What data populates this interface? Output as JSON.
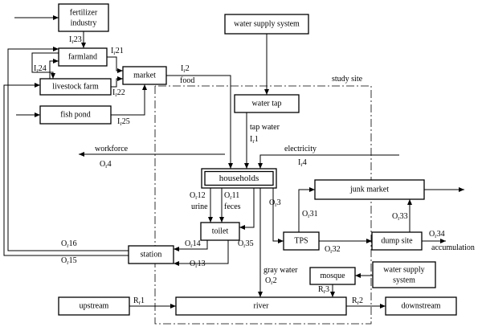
{
  "nodes": {
    "fertilizer_industry": [
      "fertilizer",
      "industry"
    ],
    "farmland": "farmland",
    "livestock_farm": "livestock farm",
    "fish_pond": "fish pond",
    "market": "market",
    "water_supply_system_top": "water supply system",
    "water_tap": "water tap",
    "households": "households",
    "toilet": "toilet",
    "station": "station",
    "tps": "TPS",
    "junk_market": "junk market",
    "dump_site": "dump site",
    "mosque": "mosque",
    "water_supply_system_right": [
      "water supply",
      "system"
    ],
    "upstream": "upstream",
    "river": "river",
    "downstream": "downstream"
  },
  "labels": {
    "i23": "I",
    "i23_sub": "r",
    "i23_num": "23",
    "i21": "I",
    "i21_sub": "r",
    "i21_num": "21",
    "i24": "I",
    "i24_sub": "r",
    "i24_num": "24",
    "i22": "I",
    "i22_sub": "r",
    "i22_num": "22",
    "i25": "I",
    "i25_sub": "r",
    "i25_num": "25",
    "i2": "I",
    "i2_sub": "r",
    "i2_num": "2",
    "food": "food",
    "study_site": "study site",
    "tap_water": "tap water",
    "i1": "I",
    "i1_sub": "r",
    "i1_num": "1",
    "workforce": "workforce",
    "o4": "O",
    "o4_sub": "r",
    "o4_num": "4",
    "electricity": "electricity",
    "i4": "I",
    "i4_sub": "r",
    "i4_num": "4",
    "o12": "O",
    "o12_sub": "r",
    "o12_num": "12",
    "urine": "urine",
    "o11": "O",
    "o11_sub": "r",
    "o11_num": "11",
    "feces": "feces",
    "o3": "O",
    "o3_sub": "r",
    "o3_num": "3",
    "o31": "O",
    "o31_sub": "r",
    "o31_num": "31",
    "o33": "O",
    "o33_sub": "r",
    "o33_num": "33",
    "o16": "O",
    "o16_sub": "r",
    "o16_num": "16",
    "o14": "O",
    "o14_sub": "r",
    "o14_num": "14",
    "o35": "O",
    "o35_sub": "r",
    "o35_num": "35",
    "o32": "O",
    "o32_sub": "r",
    "o32_num": "32",
    "o34": "O",
    "o34_sub": "r",
    "o34_num": "34",
    "accumulation": "accumulation",
    "o15": "O",
    "o15_sub": "r",
    "o15_num": "15",
    "o13": "O",
    "o13_sub": "r",
    "o13_num": "13",
    "gray_water": "gray water",
    "o2": "O",
    "o2_sub": "r",
    "o2_num": "2",
    "r3": "R",
    "r3_sub": "r",
    "r3_num": "3",
    "r1": "R",
    "r1_sub": "r",
    "r1_num": "1",
    "r2": "R",
    "r2_sub": "r",
    "r2_num": "2"
  }
}
